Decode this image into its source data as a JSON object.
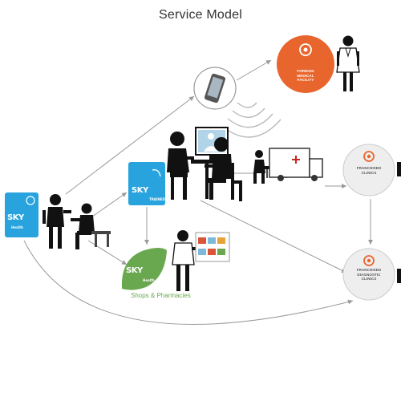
{
  "title": "Service Model",
  "labels": {
    "shops": "Shops & Pharmacies"
  },
  "nodes": {
    "remote_center": {
      "text": "FOREIGN\nMEDICAL\nFACILITY",
      "color": "#e8662e"
    },
    "clinic_1": {
      "text": "FRANCHISED\nCLINICS",
      "color": "#eeeeee"
    },
    "clinic_2": {
      "text": "FRANCHISED\nDIAGNOSTIC\nCLINICS",
      "color": "#eeeeee"
    }
  },
  "brands": {
    "sky": "SKY",
    "sky_main_sub": "Health",
    "sky_trained_sub": "TRAINED",
    "sky_shops_sub": "Health"
  },
  "colors": {
    "brand_blue": "#29a3dd",
    "brand_green": "#6aa84f",
    "accent_orange": "#e8662e",
    "arrow_gray": "#9a9a9a",
    "figure": "#111111"
  }
}
